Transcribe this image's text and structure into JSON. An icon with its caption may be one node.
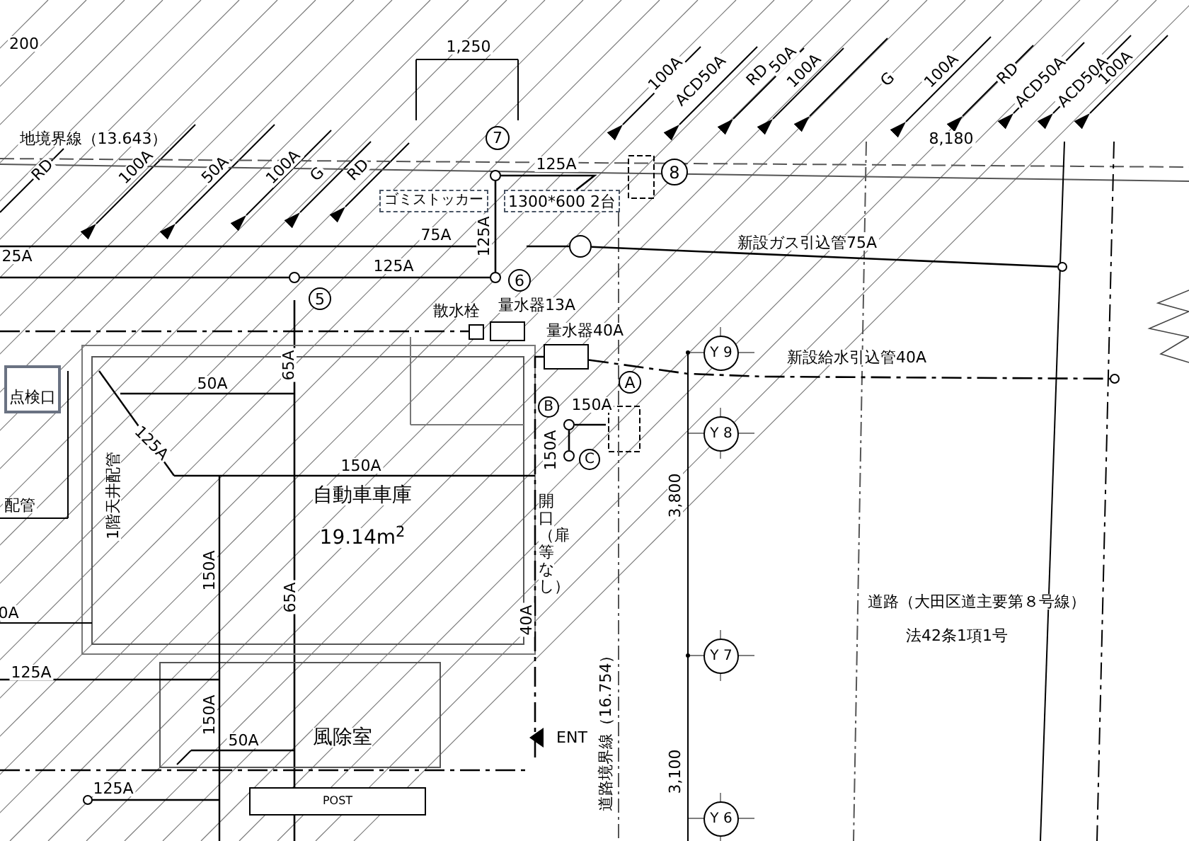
{
  "diagram": {
    "nodes": [
      {
        "text": [
          "7"
        ]
      },
      {
        "text": [
          "8"
        ]
      },
      {
        "text": [
          "6"
        ]
      },
      {
        "text": [
          "5"
        ]
      },
      {
        "text": [
          "A"
        ]
      },
      {
        "text": [
          "B"
        ]
      },
      {
        "text": [
          "C"
        ]
      },
      {
        "text": [
          "Y 9"
        ]
      },
      {
        "text": [
          "Y 8"
        ]
      },
      {
        "text": [
          "Y 7"
        ]
      },
      {
        "text": [
          "Y 6"
        ]
      },
      {
        "text": [
          "ゴミストッカー"
        ]
      },
      {
        "text": [
          "点検口"
        ]
      },
      {
        "text": [
          "自動車車庫",
          "19.14m$^{2}$"
        ]
      },
      {
        "text": [
          "風除室"
        ]
      },
      {
        "text": [
          "POST"
        ]
      },
      {
        "text": [],
        "shape": "box",
        "beside": [
          "散水栓"
        ]
      },
      {
        "text": [],
        "shape": "box",
        "beside": [
          "量水器13A"
        ]
      },
      {
        "text": [],
        "shape": "box",
        "beside": [
          "量水器40A"
        ]
      },
      {
        "text": [],
        "shape": "circle"
      },
      {
        "text": [],
        "shape": "circle"
      },
      {
        "text": [],
        "shape": "circle"
      },
      {
        "text": [],
        "shape": "circle"
      },
      {
        "text": [],
        "shape": "circle"
      },
      {
        "text": [],
        "shape": "circle"
      },
      {
        "text": [],
        "shape": "circle"
      },
      {
        "text": [],
        "shape": "circle"
      },
      {
        "text": [
          "1300*600 2台"
        ]
      }
    ],
    "edges": [
      {
        "from": 19,
        "to": 20,
        "arrow": "none",
        "label": "新設ガス引込管75A"
      },
      {
        "from": 18,
        "to": 21,
        "arrow": "none",
        "label": "新設給水引込管40A",
        "style": "dashed"
      },
      {
        "from": 18,
        "to": null,
        "arrow": "none",
        "style": "dashed"
      },
      {
        "from": 22,
        "to": 23,
        "arrow": "none"
      },
      {
        "from": 23,
        "to": 24,
        "arrow": "none"
      },
      {
        "from": 24,
        "to": 27,
        "arrow": "none"
      },
      {
        "from": null,
        "to": 22,
        "arrow": "none"
      },
      {
        "from": 25,
        "to": 26,
        "arrow": "none"
      },
      {
        "from": 25,
        "to": null,
        "arrow": "none"
      }
    ],
    "labels": [
      "200",
      "1,250",
      "地境界線（13.643）",
      "RD",
      "100A",
      "50A",
      "100A",
      "G",
      "RD",
      "100A",
      "ACD50A",
      "RD",
      "50A",
      "100A",
      "G",
      "100A",
      "RD",
      "ACD50A",
      "ACD50A",
      "100A",
      "8,180",
      "125A",
      "75A",
      "125A",
      "25A",
      "125A",
      "65A",
      "50A",
      "125A",
      "1階天井配管",
      "配管",
      "150A",
      "150A",
      "150A",
      "開口（扉等なし）",
      "3,800",
      "0A",
      "150A",
      "65A",
      "40A",
      "125A",
      "150A",
      "50A",
      "125A",
      "ENT",
      "道路（大田区道主要第８号線）",
      "法42条1項1号",
      "道路境界線（16.754）",
      "3,100"
    ]
  }
}
